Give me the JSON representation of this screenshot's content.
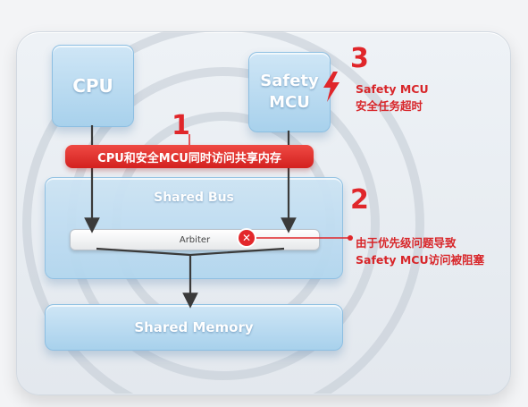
{
  "blocks": {
    "cpu": "CPU",
    "safety_line1": "Safety",
    "safety_line2": "MCU",
    "bus": "Shared Bus",
    "arbiter": "Arbiter",
    "memory": "Shared Memory"
  },
  "callouts": {
    "n1": "1",
    "n2": "2",
    "n3": "3",
    "banner": "CPU和安全MCU同时访问共享内存",
    "note3_line1": "Safety MCU",
    "note3_line2": "安全任务超时",
    "note2_line1": "由于优先级问题导致",
    "note2_line2": "Safety MCU访问被阻塞"
  },
  "icons": {
    "bolt": "lightning-bolt-icon",
    "blocked": "x-circle-icon"
  },
  "colors": {
    "accent_red": "#e0262a",
    "block_blue": "#a8d1ec"
  }
}
